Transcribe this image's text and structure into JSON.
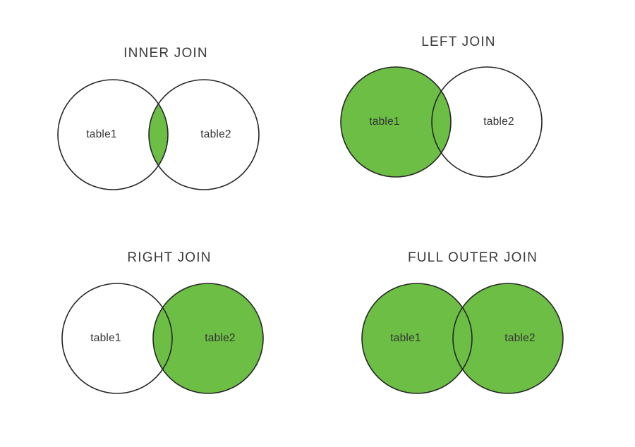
{
  "figure": {
    "title_text": "",
    "background_color": "#ffffff",
    "accent_green": "#6CBE45",
    "stroke_color": "#262626",
    "title_color": "#3a3a3a",
    "label_color": "#333333"
  },
  "diagram_data": {
    "type": "venn",
    "description": "Four two-set Venn diagrams illustrating SQL join types",
    "set_labels": [
      "table1",
      "table2"
    ],
    "panels": [
      {
        "id": "inner-join",
        "title": "INNER JOIN",
        "left_label": "table1",
        "right_label": "table2",
        "shaded_regions": [
          "intersection"
        ],
        "left_filled": false,
        "right_filled": false,
        "intersection_filled": true
      },
      {
        "id": "left-join",
        "title": "LEFT JOIN",
        "left_label": "table1",
        "right_label": "table2",
        "shaded_regions": [
          "left",
          "intersection"
        ],
        "left_filled": true,
        "right_filled": false,
        "intersection_filled": true
      },
      {
        "id": "right-join",
        "title": "RIGHT JOIN",
        "left_label": "table1",
        "right_label": "table2",
        "shaded_regions": [
          "right",
          "intersection"
        ],
        "left_filled": false,
        "right_filled": true,
        "intersection_filled": true
      },
      {
        "id": "full-outer-join",
        "title": "FULL OUTER JOIN",
        "left_label": "table1",
        "right_label": "table2",
        "shaded_regions": [
          "left",
          "intersection",
          "right"
        ],
        "left_filled": true,
        "right_filled": true,
        "intersection_filled": true
      }
    ]
  }
}
